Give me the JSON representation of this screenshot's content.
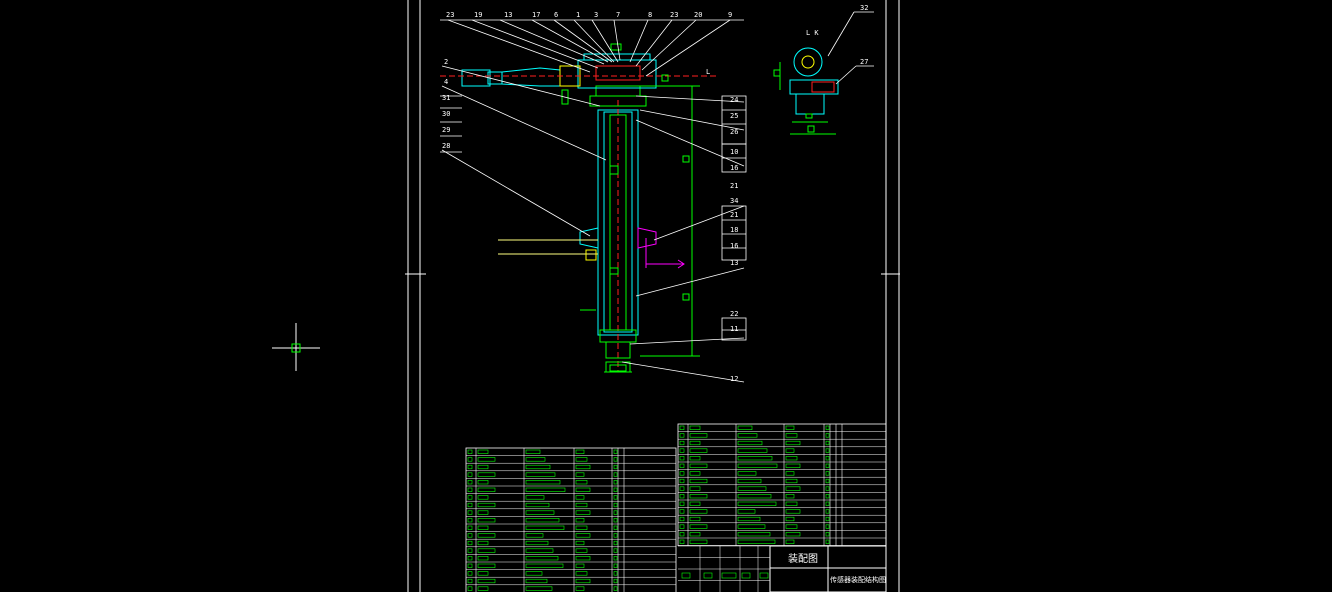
{
  "drawing": {
    "balloons_top": [
      "23",
      "19",
      "13",
      "17",
      "6",
      "1",
      "3",
      "7",
      "8",
      "23",
      "20",
      "9"
    ],
    "balloons_left": [
      "2",
      "4",
      "31",
      "30",
      "29",
      "28"
    ],
    "balloons_right": [
      "24",
      "25",
      "26",
      "10",
      "16",
      "21",
      "34",
      "21",
      "18",
      "16",
      "13",
      "22",
      "11",
      "12"
    ],
    "section_label": "L",
    "side_view_labels": [
      "32",
      "27"
    ],
    "side_view_marks": "L K"
  },
  "title_block": {
    "drawing_name": "装配图",
    "product_name": "传感器装配结构图"
  },
  "colors": {
    "background": "#000000",
    "line": "#ffffff",
    "green": "#00ff00",
    "cyan": "#00ffff",
    "red": "#ff2020",
    "magenta": "#ff00ff",
    "yellow": "#ffff00"
  }
}
